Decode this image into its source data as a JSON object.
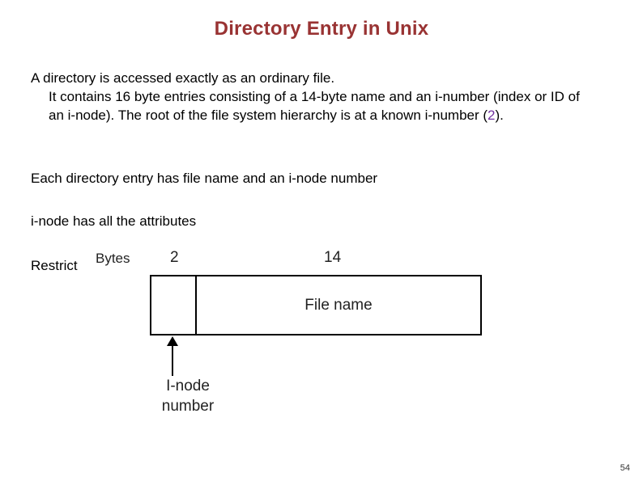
{
  "slide": {
    "title": "Directory Entry in Unix",
    "paragraph": {
      "line1": "A directory is accessed exactly as an ordinary file.",
      "line2_a": "It contains 16 byte entries consisting of a 14-byte name and an i-number (index or ID of an i-node). The root of the file system hierarchy is at a known i-number (",
      "line2_accent": "2",
      "line2_b": ")."
    },
    "bullet2": "Each directory entry has file name and an i-node number",
    "bullet3": "i-node has all the attributes",
    "bullet4": "Restrict",
    "page_number": "54"
  },
  "diagram": {
    "bytes_label": "Bytes",
    "inode_field_size": "2",
    "name_field_size": "14",
    "name_field_label": "File name",
    "inode_caption_line1": "I-node",
    "inode_caption_line2": "number"
  },
  "colors": {
    "title": "#993333",
    "accent": "#7030a0",
    "text": "#000000"
  }
}
